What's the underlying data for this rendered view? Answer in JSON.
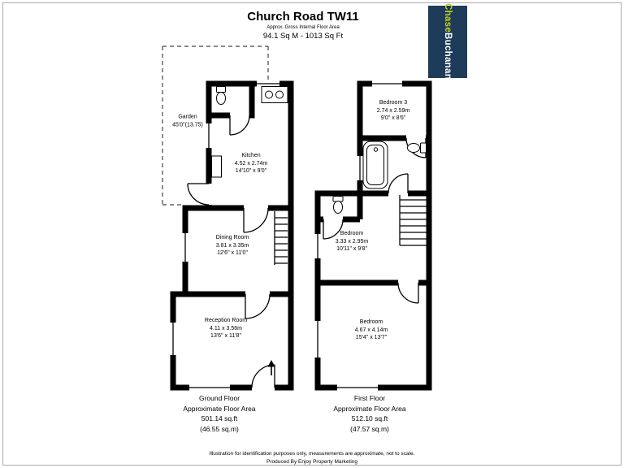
{
  "header": {
    "title": "Church Road TW11",
    "subtitle": "Approx. Gross Internal Floor Area",
    "area": "94.1 Sq M - 1013 Sq Ft"
  },
  "logo": {
    "brand_part1": "Chase",
    "brand_part2": "Buchanan"
  },
  "colors": {
    "logo_bg": "#1e3c59",
    "logo_part1": "#c3d122",
    "logo_part2": "#ffffff",
    "walls": "#000000"
  },
  "ground_floor": {
    "rooms": {
      "garden": {
        "name": "Garden",
        "size": "45'0\"(13.75)"
      },
      "kitchen": {
        "name": "Kitchen",
        "metric": "4.52 x 2.74m",
        "imperial": "14'10\" x 9'0\""
      },
      "dining": {
        "name": "Dining Room",
        "metric": "3.81 x 3.35m",
        "imperial": "12'6\" x 11'0\""
      },
      "reception": {
        "name": "Reception Room",
        "metric": "4.11 x 3.56m",
        "imperial": "13'6\" x 11'8\""
      }
    },
    "caption": [
      "Ground Floor",
      "Approximate Floor Area",
      "501.14 sq.ft",
      "(46.55 sq.m)"
    ]
  },
  "first_floor": {
    "rooms": {
      "bedroom3": {
        "name": "Bedroom 3",
        "metric": "2.74 x 2.59m",
        "imperial": "9'0\" x 8'6\""
      },
      "bedroom_mid": {
        "name": "Bedroom",
        "metric": "3.33 x 2.95m",
        "imperial": "10'11\" x 9'8\""
      },
      "bedroom_main": {
        "name": "Bedroom",
        "metric": "4.67 x 4.14m",
        "imperial": "15'4\" x 13'7\""
      }
    },
    "caption": [
      "First Floor",
      "Approximate Floor Area",
      "512.10 sq.ft",
      "(47.57 sq.m)"
    ]
  },
  "footer": {
    "line1": "Illustration for identification purposes only, measurements are approximate, not to scale.",
    "line2": "Produced By Enjoy Property Marketing"
  }
}
